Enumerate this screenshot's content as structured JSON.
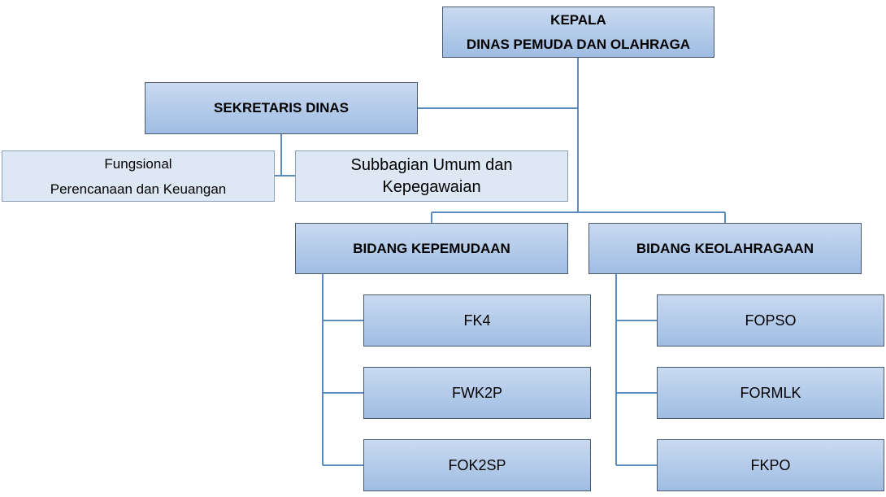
{
  "kepala": {
    "line1": "KEPALA",
    "line2": "DINAS PEMUDA DAN OLAHRAGA"
  },
  "sekretaris": {
    "label": "SEKRETARIS DINAS"
  },
  "fungsional": {
    "line1": "Fungsional",
    "line2": "Perencanaan dan Keuangan"
  },
  "subbagian": {
    "line1": "Subbagian Umum dan",
    "line2": "Kepegawaian"
  },
  "bidang_kepemudaan": {
    "label": "BIDANG KEPEMUDAAN",
    "units": [
      "FK4",
      "FWK2P",
      "FOK2SP"
    ]
  },
  "bidang_keolahragaan": {
    "label": "BIDANG KEOLAHRAGAAN",
    "units": [
      "FOPSO",
      "FORMLK",
      "FKPO"
    ]
  },
  "colors": {
    "connector": "#5b8cc0",
    "box_top": "#c9daf0",
    "box_bottom": "#9fbde3",
    "pale": "#dde8f4"
  }
}
